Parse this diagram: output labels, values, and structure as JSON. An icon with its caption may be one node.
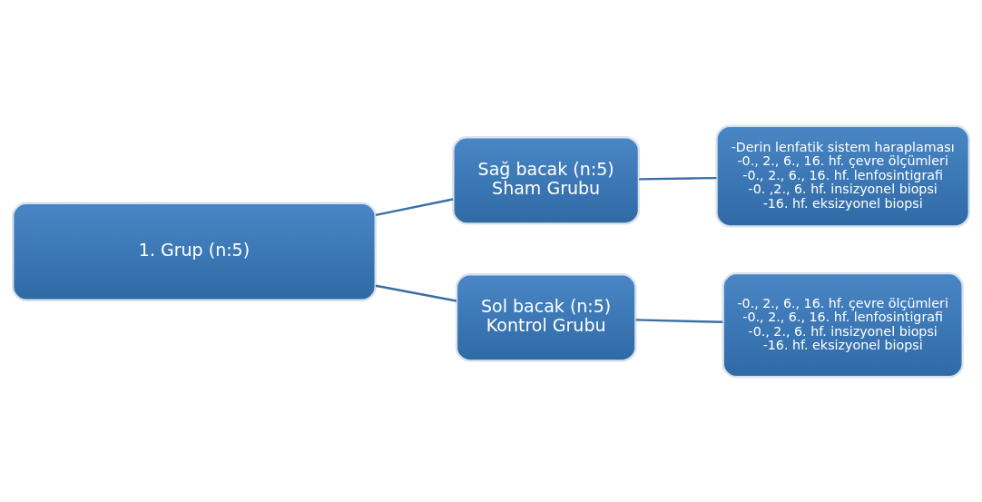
{
  "diagram": {
    "nodes": [
      {
        "text": [
          "1. Grup (n:5)"
        ]
      },
      {
        "text": [
          "Sağ bacak (n:5)",
          "Sham Grubu"
        ]
      },
      {
        "text": [
          "-Derin lenfatik sistem haraplaması",
          "-0., 2., 6., 16. hf. çevre ölçümleri",
          "-0., 2., 6., 16. hf. lenfosintigrafi",
          "-0. ,2., 6. hf. insizyonel biopsi",
          "-16. hf. eksizyonel biopsi"
        ]
      },
      {
        "text": [
          "Sol bacak (n:5)",
          "Kontrol Grubu"
        ]
      },
      {
        "text": [
          "-0., 2., 6., 16. hf. çevre ölçümleri",
          "-0., 2., 6., 16. hf. lenfosintigrafi",
          "-0., 2., 6. hf. insizyonel biopsi",
          "-16. hf. eksizyonel biopsi"
        ]
      }
    ],
    "edges": [
      {
        "from": 0,
        "to": 1,
        "arrow": "none"
      },
      {
        "from": 0,
        "to": 3,
        "arrow": "none"
      },
      {
        "from": 1,
        "to": 2,
        "arrow": "none"
      },
      {
        "from": 3,
        "to": 4,
        "arrow": "none"
      }
    ]
  }
}
